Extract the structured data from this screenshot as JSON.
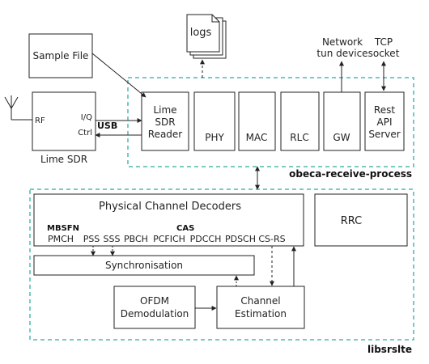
{
  "diagram": {
    "logs": "logs",
    "sample_file": "Sample File",
    "network_line1": "Network",
    "network_line2": "tun device",
    "tcp_line1": "TCP",
    "tcp_line2": "socket",
    "rf": "RF",
    "iq": "I/Q",
    "ctrl": "Ctrl",
    "usb": "USB",
    "lime_sdr": "Lime SDR",
    "reader_line1": "Lime",
    "reader_line2": "SDR",
    "reader_line3": "Reader",
    "phy": "PHY",
    "mac": "MAC",
    "rlc": "RLC",
    "gw": "GW",
    "rest_line1": "Rest",
    "rest_line2": "API",
    "rest_line3": "Server",
    "obeca_label": "obeca-receive-process",
    "pcd_title": "Physical Channel Decoders",
    "mbsfn": "MBSFN",
    "cas": "CAS",
    "channels": [
      "PMCH",
      "PSS",
      "SSS",
      "PBCH",
      "PCFICH",
      "PDCCH",
      "PDSCH",
      "CS-RS"
    ],
    "rrc": "RRC",
    "synchronisation": "Synchronisation",
    "ofdm_line1": "OFDM",
    "ofdm_line2": "Demodulation",
    "chest_line1": "Channel",
    "chest_line2": "Estimation",
    "libsrslte_label": "libsrslte",
    "colors": {
      "dashed_group": "#4fb8b0",
      "line": "#222222"
    }
  }
}
